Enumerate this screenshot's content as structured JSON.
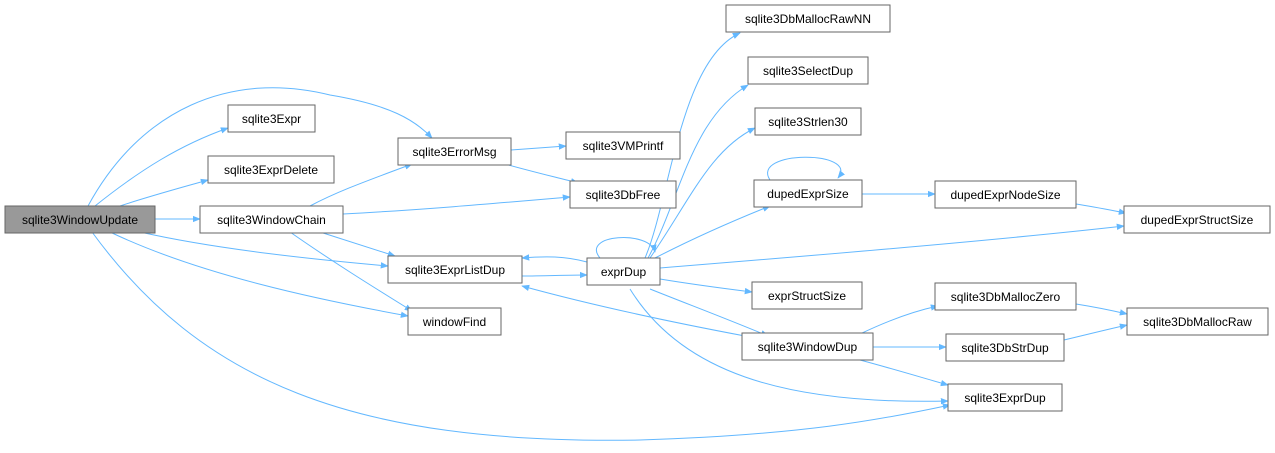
{
  "nodes": {
    "sqlite3WindowUpdate": "sqlite3WindowUpdate",
    "sqlite3Expr": "sqlite3Expr",
    "sqlite3ExprDelete": "sqlite3ExprDelete",
    "sqlite3WindowChain": "sqlite3WindowChain",
    "sqlite3ErrorMsg": "sqlite3ErrorMsg",
    "sqlite3ExprListDup": "sqlite3ExprListDup",
    "windowFind": "windowFind",
    "sqlite3VMPrintf": "sqlite3VMPrintf",
    "sqlite3DbFree": "sqlite3DbFree",
    "exprDup": "exprDup",
    "sqlite3DbMallocRawNN": "sqlite3DbMallocRawNN",
    "sqlite3SelectDup": "sqlite3SelectDup",
    "sqlite3Strlen30": "sqlite3Strlen30",
    "dupedExprSize": "dupedExprSize",
    "exprStructSize": "exprStructSize",
    "sqlite3WindowDup": "sqlite3WindowDup",
    "dupedExprNodeSize": "dupedExprNodeSize",
    "sqlite3DbMallocZero": "sqlite3DbMallocZero",
    "sqlite3DbStrDup": "sqlite3DbStrDup",
    "sqlite3ExprDup": "sqlite3ExprDup",
    "dupedExprStructSize": "dupedExprStructSize",
    "sqlite3DbMallocRaw": "sqlite3DbMallocRaw"
  },
  "colors": {
    "edge": "#63b8ff",
    "root_fill": "#999999",
    "border": "#666666"
  }
}
